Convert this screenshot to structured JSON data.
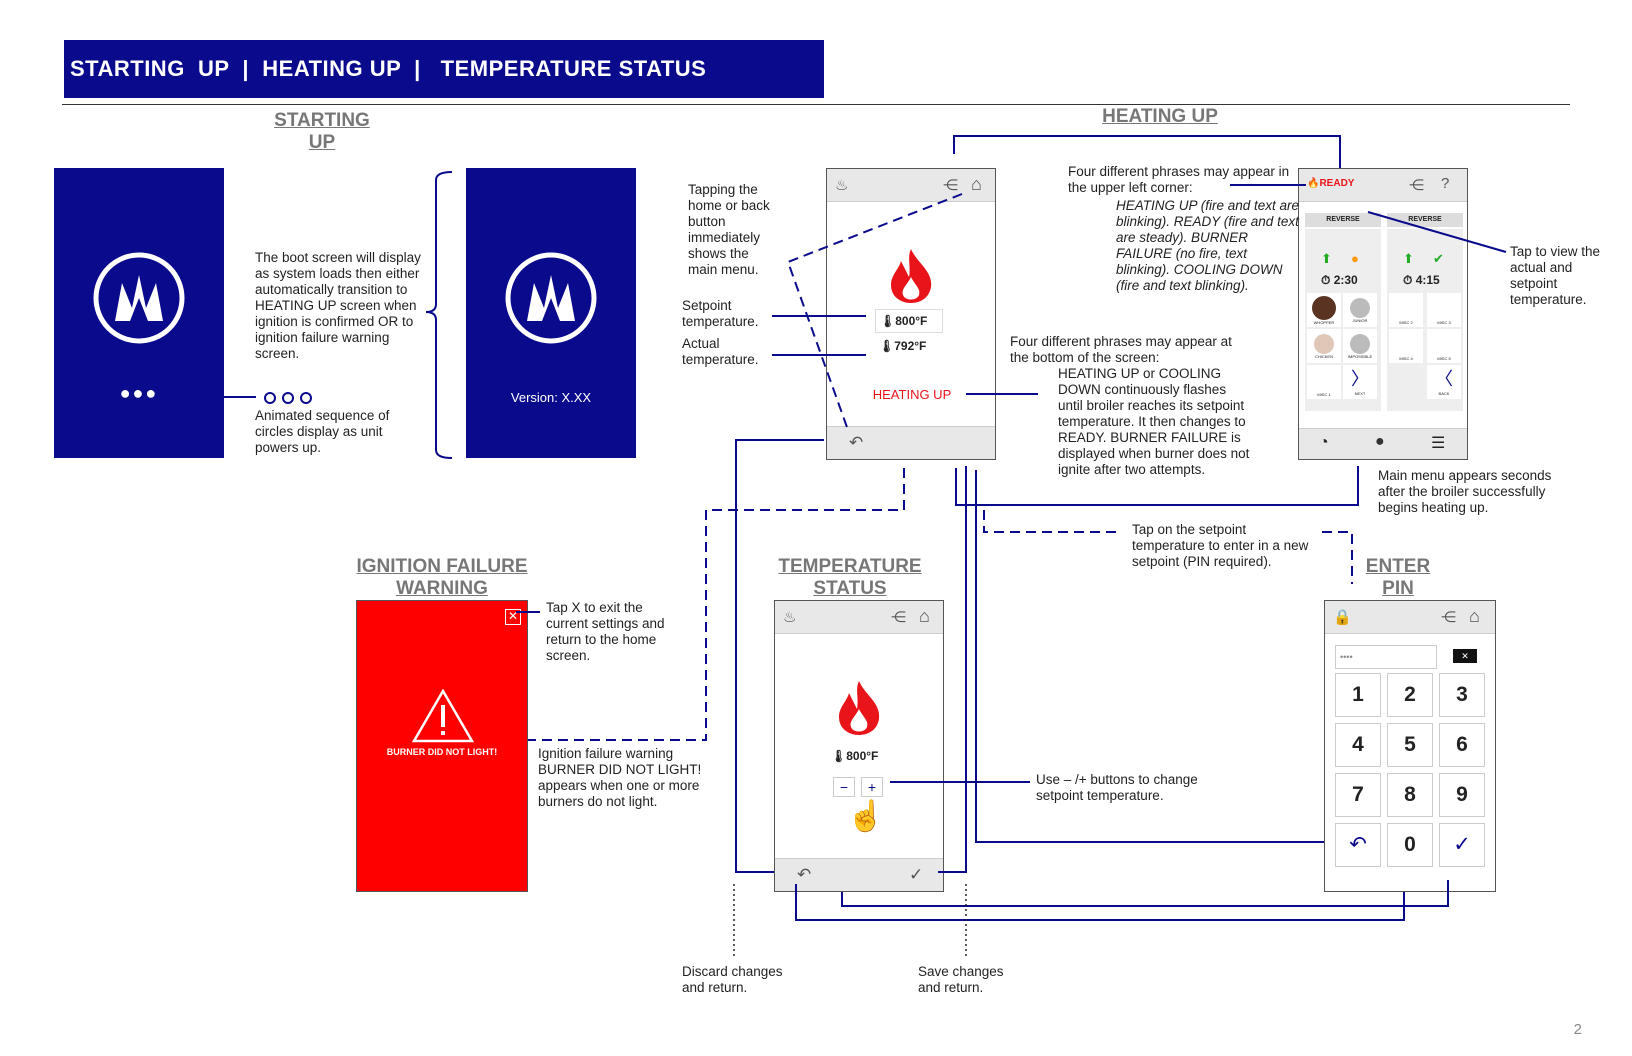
{
  "banner": {
    "title": "STARTING  UP  |  HEATING UP  |   TEMPERATURE STATUS"
  },
  "sections": {
    "starting_up": "STARTING UP",
    "heating_up": "HEATING UP",
    "ignition_failure": "IGNITION FAILURE WARNING",
    "temperature_status": "TEMPERATURE STATUS",
    "enter_pin": "ENTER PIN"
  },
  "boot": {
    "note": "The boot screen  will display as system loads then either automatically transition to HEATING UP screen  when ignition is confirmed OR to ignition failure warning screen.",
    "dots": "●●●",
    "version": "Version: X.XX",
    "circles_note": "Animated sequence  of circles display as unit powers up."
  },
  "heating": {
    "tap_home_note": "Tapping the home or back button immediately shows the main menu.",
    "setpoint_label": "Setpoint temperature.",
    "actual_label": "Actual temperature.",
    "setpoint_value": "800°F",
    "actual_value": "792°F",
    "status": "HEATING UP",
    "phrases_intro": "Four different phrases may appear in the upper left corner:",
    "phrases_body": "HEATING UP (fire and text are  blinking). READY (fire and text are steady). BURNER FAILURE (no fire, text blinking). COOLING DOWN (fire and text blinking).",
    "bottom_intro": "Four different phrases may appear at the bottom of the screen:",
    "bottom_body": "HEATING UP or COOLING DOWN continuously flashes until broiler reaches  its setpoint temperature. It then changes to READY.  BURNER FAILURE is displayed when burner does not ignite after two attempts.",
    "tap_setpoint_note": "Tap on the setpoint temperature to enter in a new setpoint (PIN required)."
  },
  "ready_screen": {
    "status": "READY",
    "reverse_label": "REVERSE",
    "timer_left": "2:30",
    "timer_right": "4:15",
    "items": [
      "WHOPPER",
      "JUNIOR",
      "CHICKEN",
      "IMPOSSIBLE",
      "MISC 1",
      "NEXT",
      "MISC 2",
      "MISC 3",
      "MISC 4",
      "MISC 5",
      "BACK"
    ],
    "tap_view_note": "Tap to view the actual and setpoint temperature.",
    "main_menu_note": "Main menu appears seconds after the broiler successfully begins heating up."
  },
  "ignition": {
    "message": "BURNER DID NOT LIGHT!",
    "tap_x_note": "Tap  X to exit the current settings and return to the home screen.",
    "warning_note": "Ignition failure warning BURNER DID NOT LIGHT! appears when one or more burners do not light."
  },
  "temp_status": {
    "setpoint_value": "800°F",
    "minus": "−",
    "plus": "+",
    "use_buttons_note": "Use – /+ buttons to change setpoint temperature.",
    "discard_note": "Discard changes and return.",
    "save_note": "Save changes and return."
  },
  "pin": {
    "placeholder": "••••",
    "keys": [
      "1",
      "2",
      "3",
      "4",
      "5",
      "6",
      "7",
      "8",
      "9"
    ],
    "zero": "0"
  },
  "page_number": "2",
  "colors": {
    "brand_blue": "#0a0a8c",
    "warning_red": "#ff0000",
    "flame_red": "#e8141a"
  }
}
